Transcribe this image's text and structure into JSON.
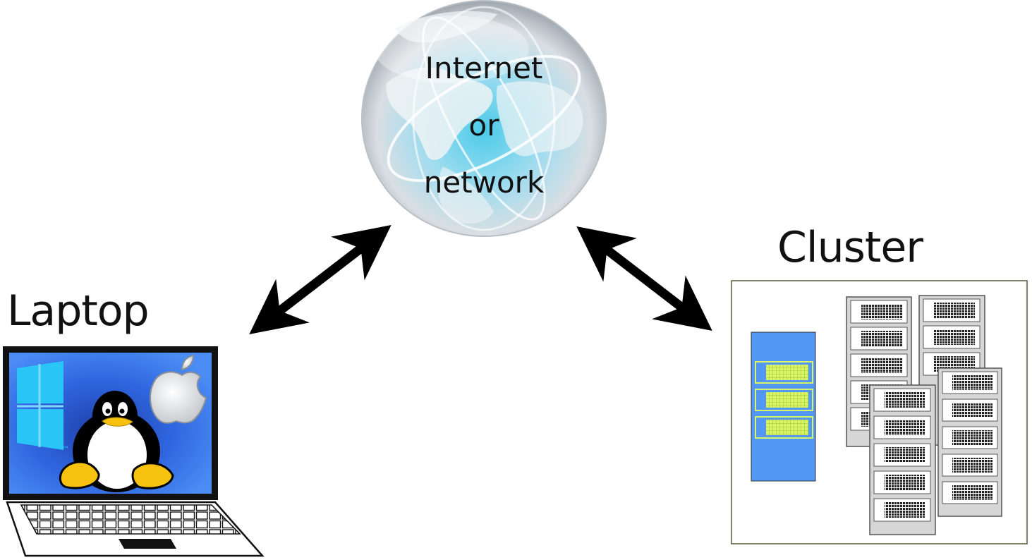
{
  "labels": {
    "laptop": "Laptop",
    "cluster": "Cluster",
    "globe_line1": "Internet",
    "globe_line2": "or",
    "globe_line3": "network"
  },
  "icons": {
    "globe": "globe-icon",
    "laptop": "laptop-icon",
    "cluster": "server-cluster-icon",
    "windows": "windows-logo-icon",
    "apple": "apple-logo-icon",
    "linux": "tux-penguin-icon",
    "trademark": "™"
  },
  "colors": {
    "screen_blue": "#3d7ff0",
    "windows_cyan": "#29c5f6",
    "rack_blue": "#5397f5",
    "rack_green": "#d8f56a",
    "tux_yellow": "#f6c20f",
    "arrow": "#000000"
  }
}
